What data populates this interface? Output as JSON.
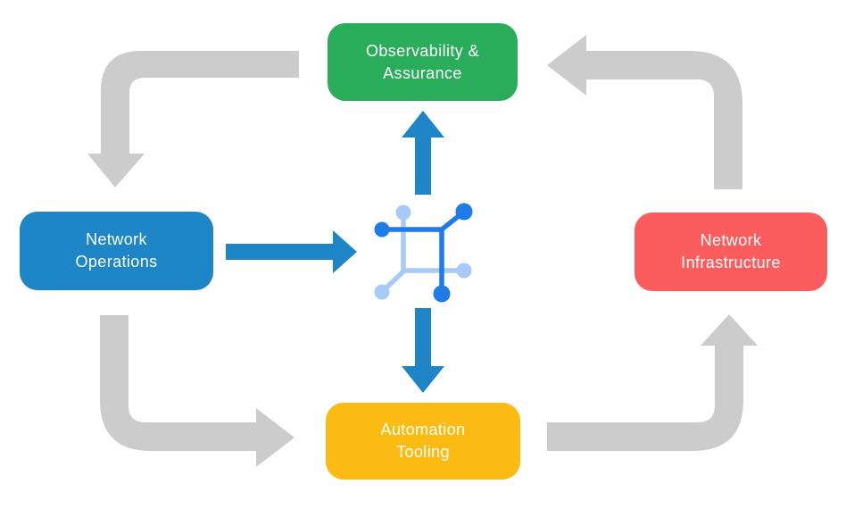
{
  "diagram": {
    "title": "Network automation closed-loop diagram",
    "nodes": {
      "observability": {
        "label": "Observability &\nAssurance",
        "color": "#2AAD5A"
      },
      "operations": {
        "label": "Network\nOperations",
        "color": "#1E86C7"
      },
      "infrastructure": {
        "label": "Network\nInfrastructure",
        "color": "#FB5D5F"
      },
      "automation": {
        "label": "Automation\nTooling",
        "color": "#FCBB13"
      }
    },
    "center_icon": "network-mesh-icon",
    "arrows": {
      "gray_cycle": [
        {
          "from": "observability",
          "to": "operations",
          "shape": "left-then-down"
        },
        {
          "from": "operations",
          "to": "automation",
          "shape": "down-then-right"
        },
        {
          "from": "automation",
          "to": "infrastructure",
          "shape": "right-then-up"
        },
        {
          "from": "infrastructure",
          "to": "observability",
          "shape": "up-then-left"
        }
      ],
      "blue_arrows": [
        {
          "from": "operations",
          "to": "center-icon",
          "shape": "right"
        },
        {
          "from": "center-icon",
          "to": "observability",
          "shape": "up"
        },
        {
          "from": "center-icon",
          "to": "automation",
          "shape": "down"
        }
      ]
    }
  },
  "colors": {
    "green": "#2AAD5A",
    "blue": "#1E86C7",
    "red": "#FB5D5F",
    "yellow": "#FCBB13",
    "gray": "#CCCCCC",
    "iconDark": "#1F7BE8",
    "iconLight": "#A8CAF7",
    "background": "#FFFFFF"
  }
}
